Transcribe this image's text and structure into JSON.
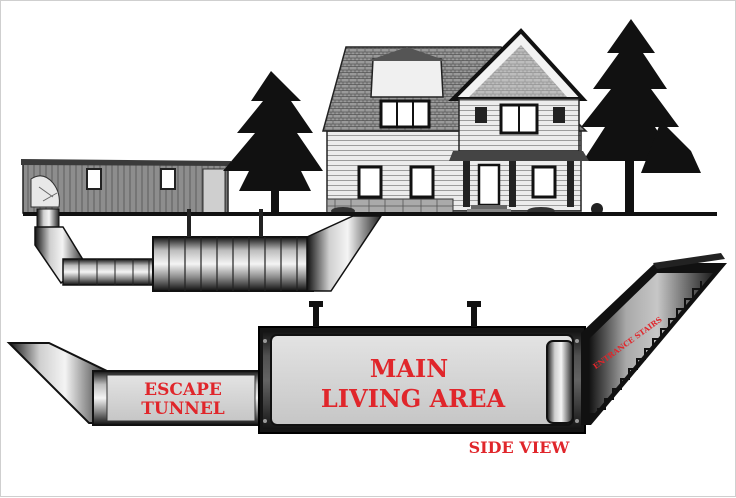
{
  "labels": {
    "main_line1": "MAIN",
    "main_line2": "LIVING AREA",
    "escape_line1": "ESCAPE",
    "escape_line2": "TUNNEL",
    "stairs": "ENTRANCE STAIRS",
    "view": "SIDE VIEW"
  },
  "colors": {
    "label_red": "#e0262b",
    "panel_gray": "#d4d4d4",
    "steel_dark": "#1a1a1a",
    "ground": "#111111"
  },
  "icons": {
    "house": "house-illustration",
    "shed": "shed-illustration",
    "trees": "pine-tree-icon"
  }
}
